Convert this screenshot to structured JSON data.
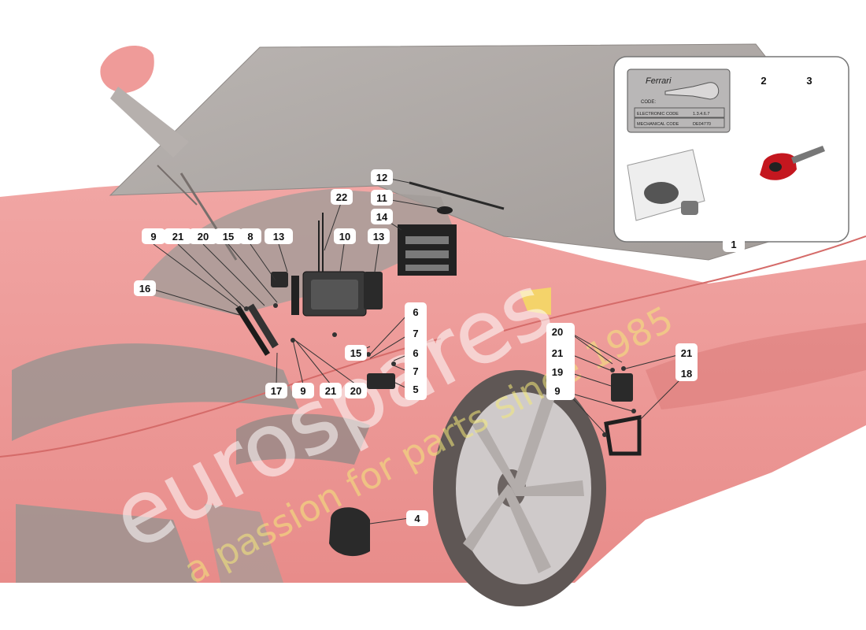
{
  "diagram": {
    "callouts": [
      "9",
      "21",
      "20",
      "15",
      "8",
      "13",
      "22",
      "10",
      "12",
      "11",
      "14",
      "13",
      "16",
      "17",
      "9",
      "21",
      "20",
      "15",
      "6",
      "7",
      "6",
      "7",
      "5",
      "20",
      "21",
      "21",
      "19",
      "18",
      "9",
      "4",
      "1",
      "2",
      "3"
    ],
    "plate": {
      "brand": "Ferrari",
      "code_label": "CODE:",
      "rows": [
        {
          "label": "ELECTRONIC CODE",
          "value": "1.3.4.6.7"
        },
        {
          "label": "MECHANICAL CODE",
          "value": "DE04770"
        }
      ]
    },
    "watermark": {
      "main": "eurospares",
      "tagline": "a passion for parts since 1985"
    }
  }
}
